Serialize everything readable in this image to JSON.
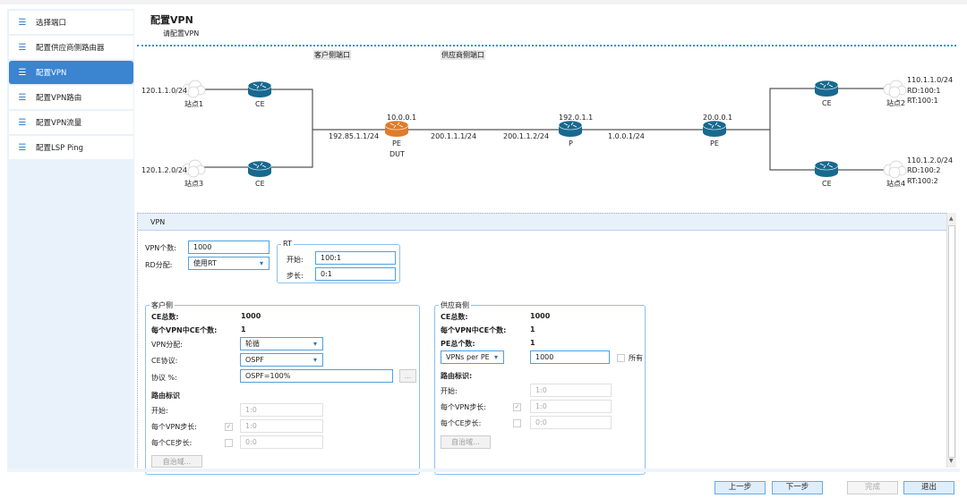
{
  "sidebar": {
    "items": [
      {
        "label": "选择端口"
      },
      {
        "label": "配置供应商侧路由器"
      },
      {
        "label": "配置VPN",
        "active": true
      },
      {
        "label": "配置VPN路由"
      },
      {
        "label": "配置VPN流量"
      },
      {
        "label": "配置LSP Ping"
      }
    ],
    "icon": "list-icon"
  },
  "header": {
    "title": "配置VPN",
    "subtitle": "请配置VPN"
  },
  "diagram": {
    "customer_port_tag": "客户侧端口",
    "provider_port_tag": "供应商侧端口",
    "site1": {
      "name": "站点1",
      "net": "120.1.1.0/24"
    },
    "site3": {
      "name": "站点3",
      "net": "120.1.2.0/24"
    },
    "site2": {
      "name": "站点2",
      "net": "110.1.1.0/24",
      "rd": "RD:100:1",
      "rt": "RT:100:1"
    },
    "site4": {
      "name": "站点4",
      "net": "110.1.2.0/24",
      "rd": "RD:100:2",
      "rt": "RT:100:2"
    },
    "ce_label": "CE",
    "dut": {
      "ip": "10.0.0.1",
      "label": "PE",
      "sub": "DUT",
      "color": "#e07b2a"
    },
    "p": {
      "ip": "192.0.1.1",
      "label": "P"
    },
    "pe": {
      "ip": "20.0.0.1",
      "label": "PE"
    },
    "links": {
      "ce_dut": "192.85.1.1/24",
      "dut_p": "200.1.1.1/24",
      "p_dut": "200.1.1.2/24",
      "p_pe": "1.0.0.1/24"
    },
    "router_color": "#17698f"
  },
  "form": {
    "section": "VPN",
    "vpn_count_label": "VPN个数:",
    "vpn_count": "1000",
    "rd_label": "RD分配:",
    "rd_value": "使用RT",
    "rt": {
      "title": "RT",
      "start_label": "开始:",
      "start": "100:1",
      "step_label": "步长:",
      "step": "0:1"
    },
    "customer": {
      "title": "客户侧",
      "ce_total_label": "CE总数:",
      "ce_total": "1000",
      "ce_per_vpn_label": "每个VPN中CE个数:",
      "ce_per_vpn": "1",
      "vpn_alloc_label": "VPN分配:",
      "vpn_alloc": "轮循",
      "ce_proto_label": "CE协议:",
      "ce_proto": "OSPF",
      "proto_pct_label": "协议 %:",
      "proto_pct": "OSPF=100%",
      "more": "...",
      "rt_title": "路由标识",
      "start_label": "开始:",
      "start": "1:0",
      "vpn_step_label": "每个VPN步长:",
      "vpn_step": "1:0",
      "vpn_step_checked": true,
      "ce_step_label": "每个CE步长:",
      "ce_step": "0:0",
      "ce_step_checked": false,
      "as_button": "自治域..."
    },
    "provider": {
      "title": "供应商侧",
      "ce_total_label": "CE总数:",
      "ce_total": "1000",
      "ce_per_vpn_label": "每个VPN中CE个数:",
      "ce_per_vpn": "1",
      "pe_total_label": "PE总个数:",
      "pe_total": "1",
      "mode": "VPNs per PE",
      "mode_value": "1000",
      "all_label": "所有",
      "all_checked": false,
      "rt_title": "路由标识:",
      "start_label": "开始:",
      "start": "1:0",
      "vpn_step_label": "每个VPN步长:",
      "vpn_step": "1:0",
      "vpn_step_checked": true,
      "ce_step_label": "每个CE步长:",
      "ce_step": "0:0",
      "ce_step_checked": false,
      "as_button": "自治域..."
    }
  },
  "footer": {
    "prev": "上一步",
    "next": "下一步",
    "finish": "完成",
    "exit": "退出"
  }
}
